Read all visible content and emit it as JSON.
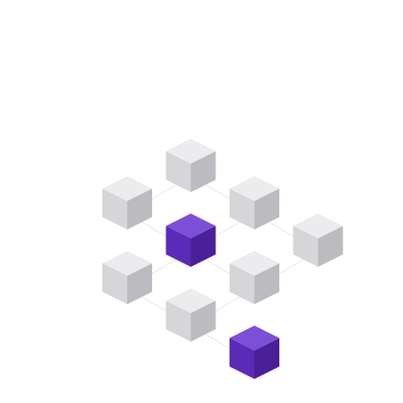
{
  "headline": {
    "lines": [
      "",
      "",
      ""
    ]
  },
  "colors": {
    "background": "#ffffff",
    "cube_gray_top": "#ececee",
    "cube_gray_left": "#d6d6d9",
    "cube_gray_right": "#bcbcc0",
    "cube_purple_top": "#7b4fd6",
    "cube_purple_left": "#5b2ab8",
    "cube_purple_right": "#4a1f98",
    "connector": "#e7e7e7"
  },
  "cubes": [
    {
      "name": "cube-top",
      "row": 0,
      "col": 1,
      "highlighted": false
    },
    {
      "name": "cube-upper-left",
      "row": 1,
      "col": 0,
      "highlighted": false
    },
    {
      "name": "cube-upper-right",
      "row": 1,
      "col": 2,
      "highlighted": false
    },
    {
      "name": "cube-center",
      "row": 2,
      "col": 1,
      "highlighted": true
    },
    {
      "name": "cube-far-right",
      "row": 2,
      "col": 3,
      "highlighted": false
    },
    {
      "name": "cube-lower-left",
      "row": 3,
      "col": 0,
      "highlighted": false
    },
    {
      "name": "cube-lower-right",
      "row": 3,
      "col": 2,
      "highlighted": false
    },
    {
      "name": "cube-bottom-center",
      "row": 4,
      "col": 1,
      "highlighted": false
    },
    {
      "name": "cube-bottom-right",
      "row": 5,
      "col": 2,
      "highlighted": true
    }
  ]
}
